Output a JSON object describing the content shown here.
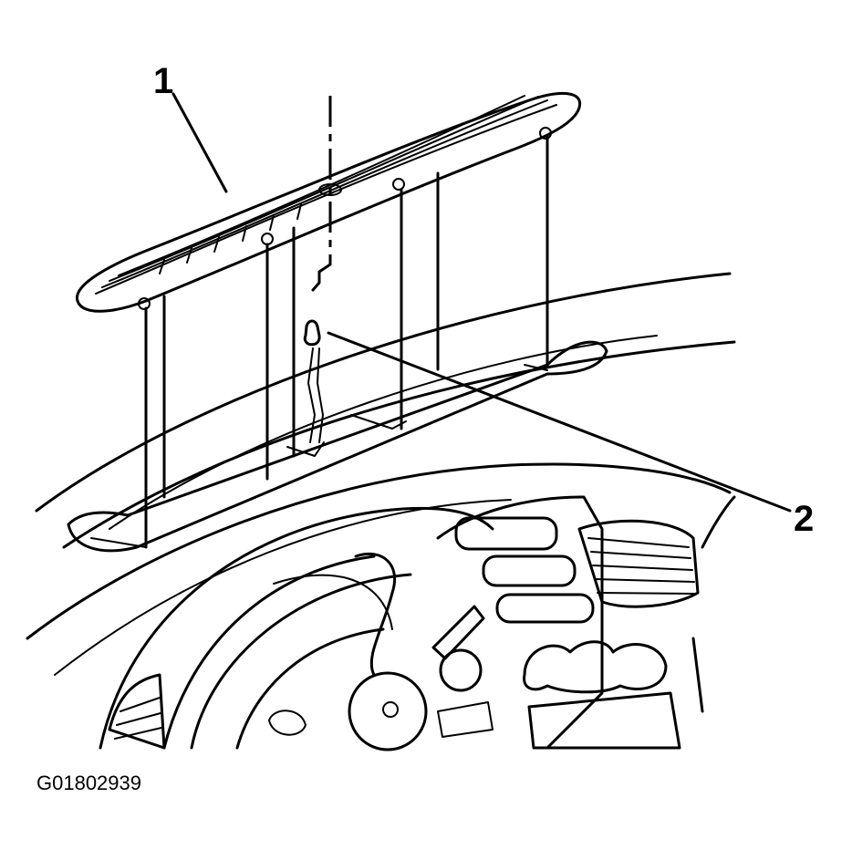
{
  "callouts": [
    {
      "number": "1"
    },
    {
      "number": "2"
    }
  ],
  "figure_id": "G01802939"
}
